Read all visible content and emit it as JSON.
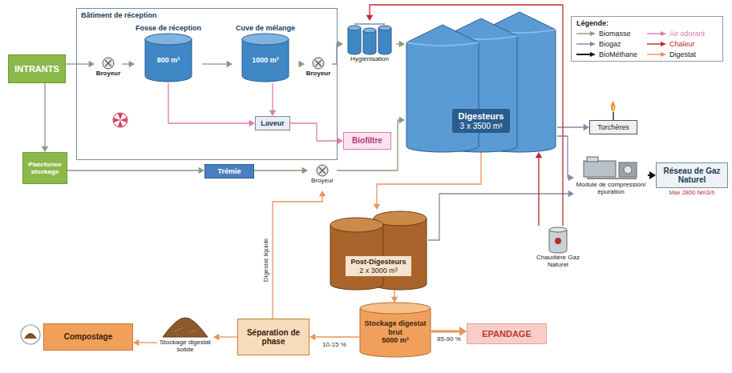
{
  "diagram": {
    "nodes": [
      {
        "text": [
          "INTRANTS"
        ]
      },
      {
        "text": [
          "Bâtiment de réception"
        ]
      },
      {
        "text": [
          "Broyeur"
        ],
        "in": 1
      },
      {
        "text": [
          "Fosse de réception",
          "800 m³"
        ],
        "in": 1
      },
      {
        "text": [
          "Cuve de mélange",
          "1000 m³"
        ],
        "in": 1
      },
      {
        "text": [
          "Broyeur"
        ],
        "in": 1
      },
      {
        "text": [
          "Laveur"
        ],
        "in": 1
      },
      {
        "text": [
          "Biofiltre"
        ]
      },
      {
        "text": [
          "Plateforme stockage"
        ]
      },
      {
        "text": [
          "Trémie"
        ]
      },
      {
        "text": [
          "Broyeur"
        ]
      },
      {
        "text": [
          "Hygiénisation"
        ]
      },
      {
        "text": [
          "Digesteurs",
          "3 x 3500 m³"
        ]
      },
      {
        "text": [
          "Torchères"
        ]
      },
      {
        "text": [
          "Module de compression/épuration"
        ]
      },
      {
        "text": [
          "Réseau de Gaz Naturel",
          "Max 2800 Nm3/h"
        ]
      },
      {
        "text": [
          "Chaudière Gaz Naturel"
        ]
      },
      {
        "text": [
          "Post-Digesteurs",
          "2 x 3000 m³"
        ]
      },
      {
        "text": [
          "Compostage"
        ]
      },
      {
        "text": [
          "Stockage digestat solide"
        ]
      },
      {
        "text": [
          "Séparation de phase"
        ]
      },
      {
        "text": [
          "Stockage digestat brut",
          "5000 m³"
        ]
      },
      {
        "text": [
          "EPANDAGE"
        ]
      }
    ],
    "edges": [
      {
        "from": 0,
        "to": 2,
        "arrow": "to"
      },
      {
        "from": 2,
        "to": 3,
        "arrow": "to"
      },
      {
        "from": 3,
        "to": 4,
        "arrow": "to"
      },
      {
        "from": 4,
        "to": 5,
        "arrow": "to"
      },
      {
        "from": 5,
        "to": 11,
        "arrow": "to"
      },
      {
        "from": 11,
        "to": 12,
        "arrow": "to"
      },
      {
        "from": 0,
        "to": 8,
        "arrow": "to"
      },
      {
        "from": 8,
        "to": 9,
        "arrow": "to"
      },
      {
        "from": 9,
        "to": 10,
        "arrow": "to"
      },
      {
        "from": 10,
        "to": 12,
        "arrow": "to"
      },
      {
        "from": 3,
        "to": 6,
        "arrow": "to"
      },
      {
        "from": 4,
        "to": 6,
        "arrow": "to"
      },
      {
        "from": 6,
        "to": 7,
        "arrow": "to"
      },
      {
        "from": 12,
        "to": 17,
        "arrow": "to"
      },
      {
        "from": 17,
        "to": 21,
        "arrow": "to"
      },
      {
        "from": 21,
        "to": 22,
        "arrow": "to",
        "label": "85-90 %"
      },
      {
        "from": 21,
        "to": 20,
        "arrow": "to",
        "label": "10-15 %"
      },
      {
        "from": 20,
        "to": 19,
        "arrow": "to"
      },
      {
        "from": 19,
        "to": 18,
        "arrow": "to"
      },
      {
        "from": 20,
        "to": 10,
        "arrow": "to",
        "label": "Digestat liquide"
      },
      {
        "from": 12,
        "to": 14,
        "arrow": "to"
      },
      {
        "from": 17,
        "to": 14,
        "arrow": "to"
      },
      {
        "from": 12,
        "to": 13,
        "arrow": "to"
      },
      {
        "from": 14,
        "to": 15,
        "arrow": "to"
      },
      {
        "from": 16,
        "to": 12,
        "arrow": "to"
      },
      {
        "from": 16,
        "to": 11,
        "arrow": "to"
      }
    ],
    "labels": [
      "Légende:"
    ],
    "legend": [
      {
        "text": "Biomasse"
      },
      {
        "text": "Biogaz"
      },
      {
        "text": "BioMéthane"
      },
      {
        "text": "Air odorant"
      },
      {
        "text": "Chaleur"
      },
      {
        "text": "Digestat"
      }
    ]
  }
}
